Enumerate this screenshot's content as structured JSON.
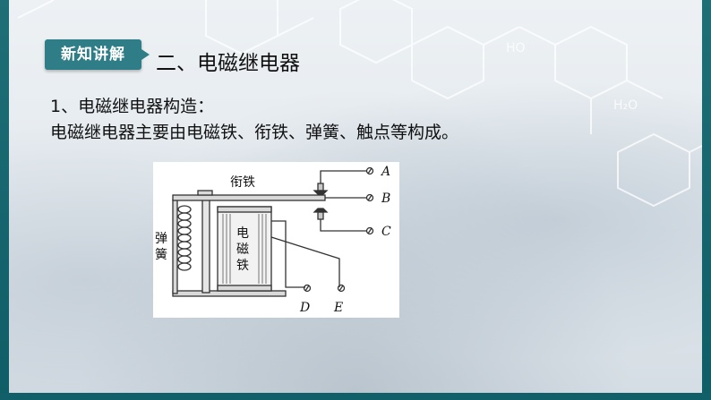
{
  "header": {
    "badge": "新知讲解",
    "section_title": "二、电磁继电器"
  },
  "content": {
    "subtitle": "1、电磁继电器构造：",
    "paragraph": "电磁继电器主要由电磁铁、衔铁、弹簧、触点等构成。"
  },
  "diagram": {
    "label_armature": "衔铁",
    "label_spring_1": "弹",
    "label_spring_2": "簧",
    "label_magnet_1": "电",
    "label_magnet_2": "磁",
    "label_magnet_3": "铁",
    "terminal_a": "A",
    "terminal_b": "B",
    "terminal_c": "C",
    "terminal_d": "D",
    "terminal_e": "E"
  },
  "background": {
    "chem_text_1": "HO",
    "chem_text_2": "H₂O"
  },
  "colors": {
    "accent": "#2f7d86",
    "border": "#115f68"
  }
}
